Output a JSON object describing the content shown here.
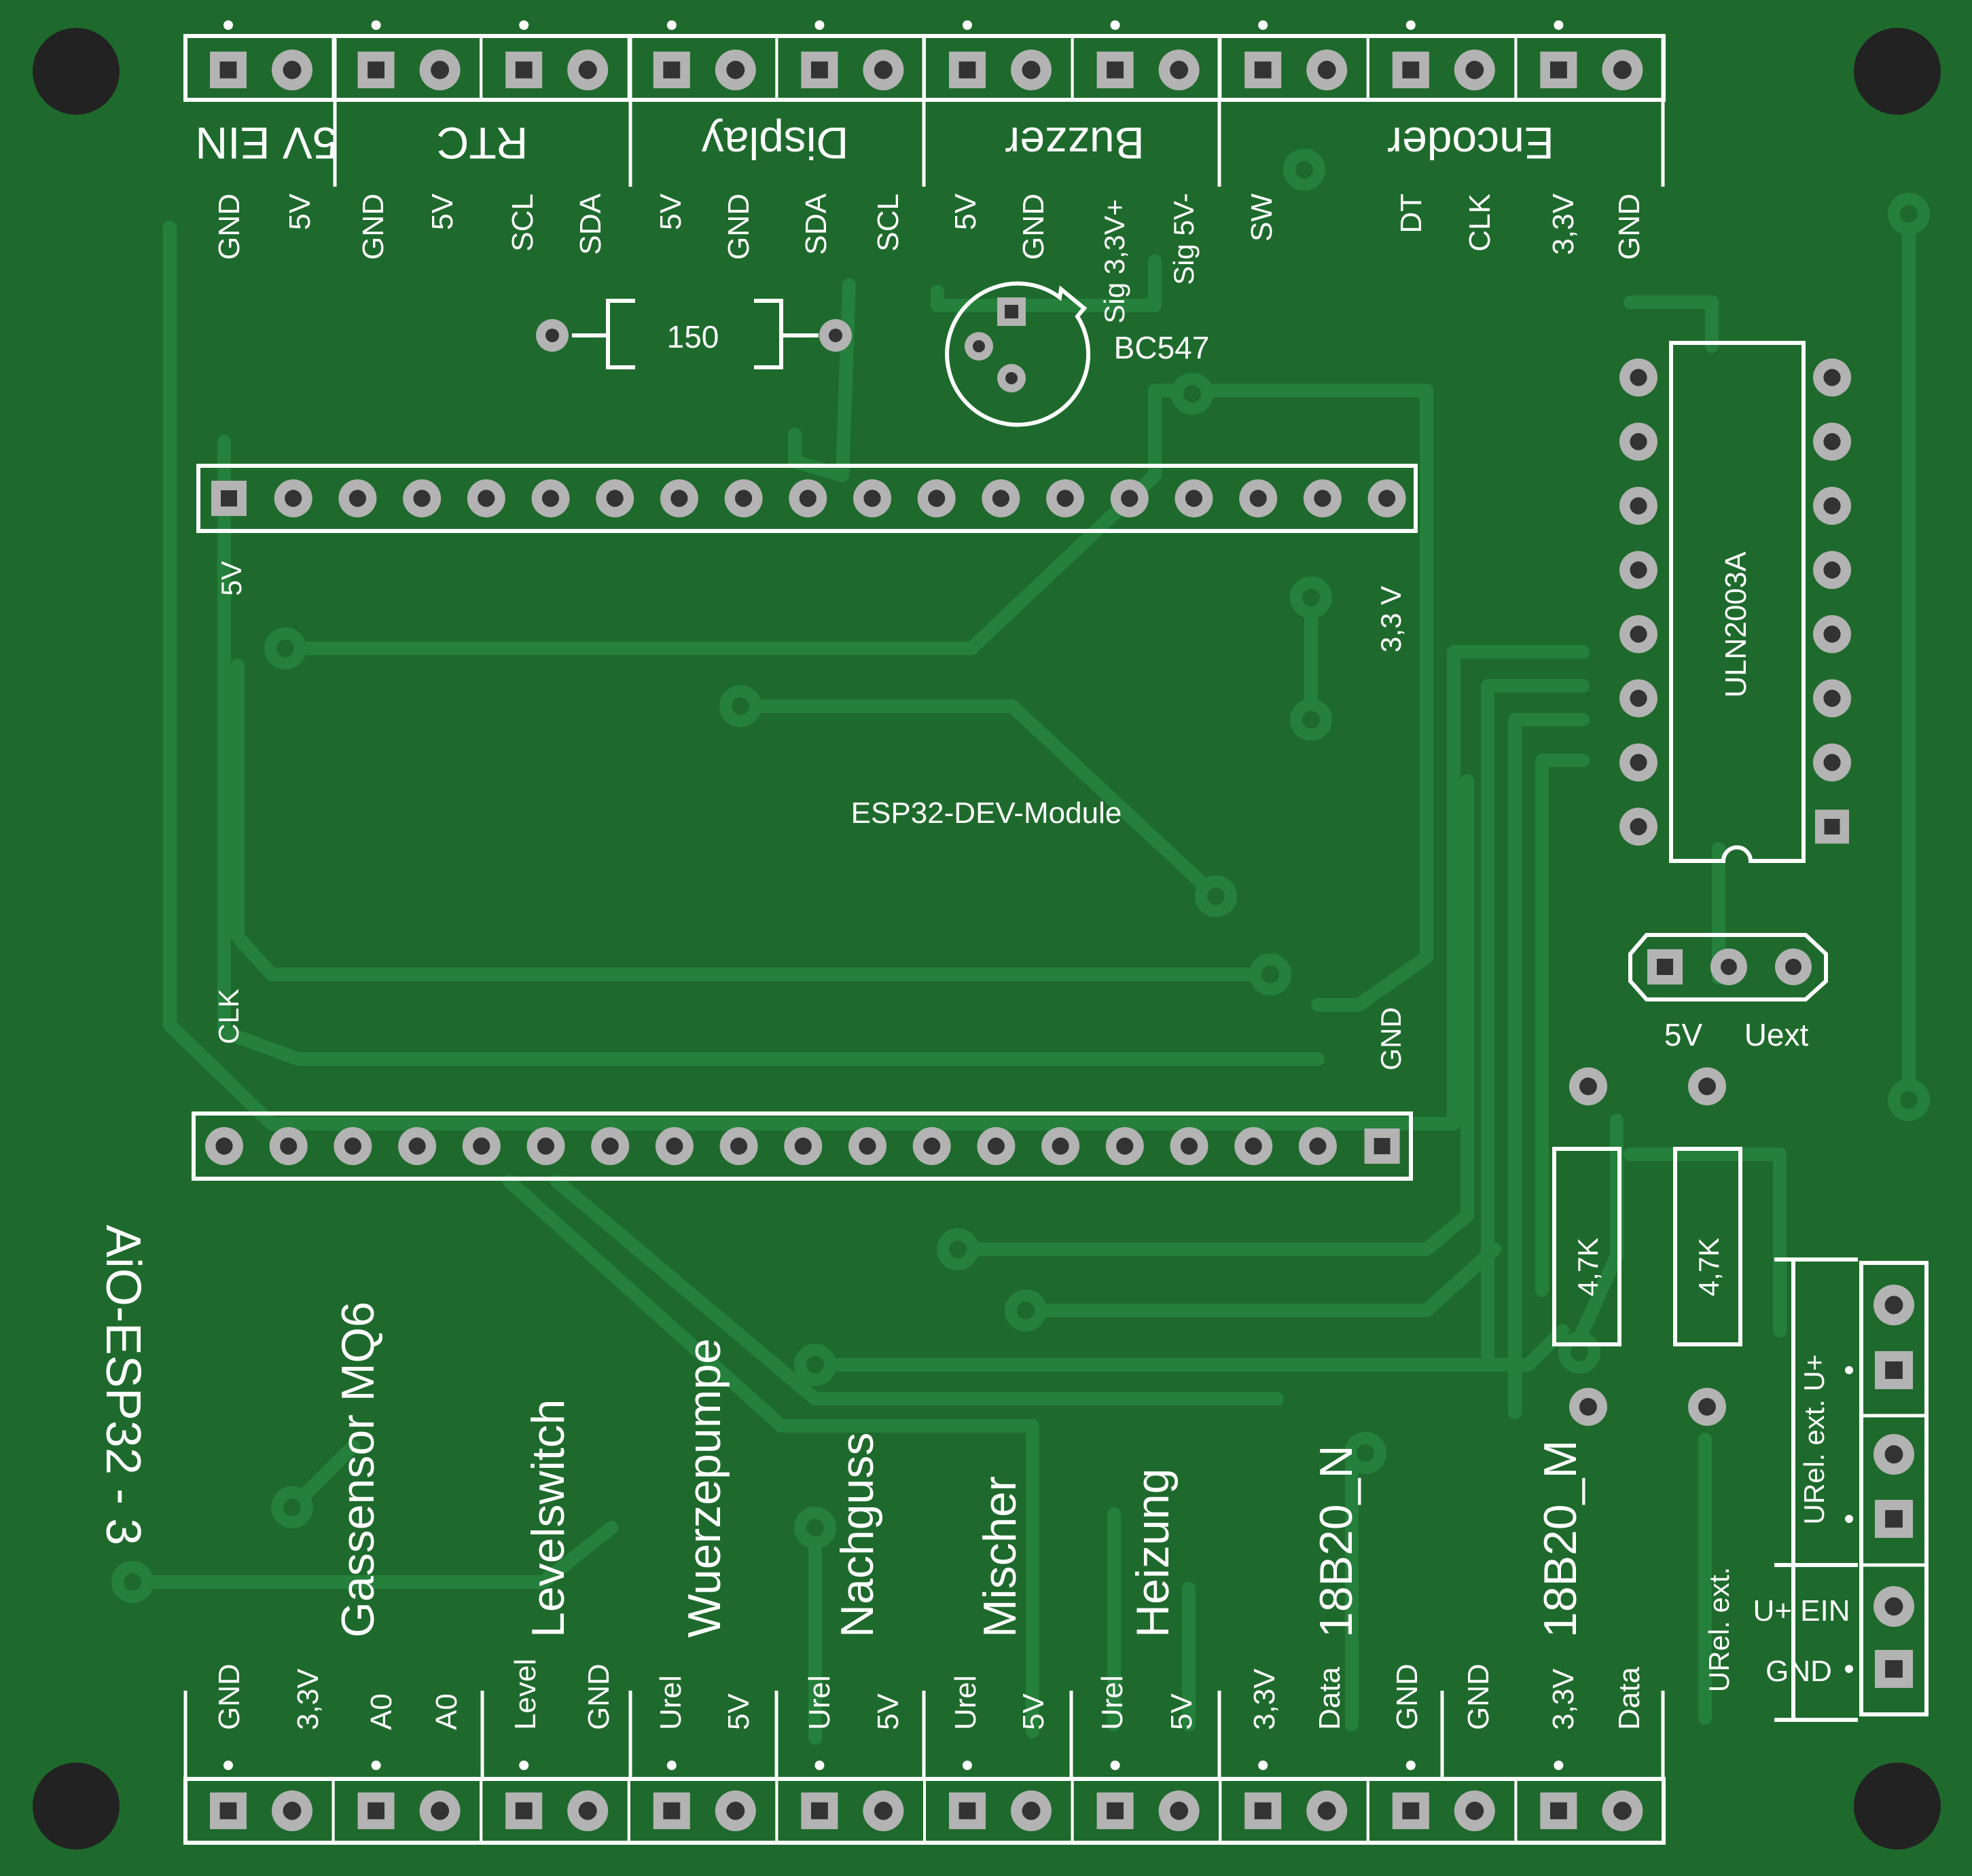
{
  "colors": {
    "board": "#1e6a2c",
    "trace": "#24803a",
    "silk": "#ffffff",
    "pad": "#b3b3b3",
    "hole": "#333333",
    "mount": "#222222"
  },
  "board_title": "AiO-ESP32 - 3",
  "esp_label": "ESP32-DEV-Module",
  "esp_pins": {
    "p5v": "5V",
    "p33": "3,3 V",
    "clk": "CLK",
    "gnd": "GND"
  },
  "resistor_value": "150",
  "transistor": {
    "name": "BC547",
    "pin1": "Sig 3,3V+",
    "pin2": "Sig 5V-"
  },
  "ic_name": "ULN2003A",
  "jumper": {
    "left": "5V",
    "right": "Uext"
  },
  "pullups": [
    "4,7K",
    "4,7K"
  ],
  "top": {
    "groups": [
      "5V EIN",
      "RTC",
      "Display",
      "Buzzer",
      "Encoder"
    ],
    "pins": [
      "GND",
      "5V",
      "GND",
      "5V",
      "SCL",
      "SDA",
      "5V",
      "GND",
      "SDA",
      "SCL",
      "5V",
      "GND",
      "SW",
      "DT",
      "CLK",
      "3,3V",
      "GND"
    ]
  },
  "bottom": {
    "groups": [
      "Gassensor MQ6",
      "Levelswitch",
      "Wuerzepumpe",
      "Nachguss",
      "Mischer",
      "Heizung",
      "18B20_N",
      "18B20_M"
    ],
    "pins": [
      "GND",
      "3,3V",
      "A0",
      "A0",
      "Level",
      "GND",
      "Urel",
      "5V",
      "Urel",
      "5V",
      "Urel",
      "5V",
      "Urel",
      "5V",
      "3,3V",
      "Data",
      "GND",
      "GND",
      "3,3V",
      "Data"
    ]
  },
  "relay": {
    "top": "URel. ext. U+",
    "mid": "URel. ext.",
    "u_ein": "U+ EIN",
    "gnd": "GND"
  }
}
